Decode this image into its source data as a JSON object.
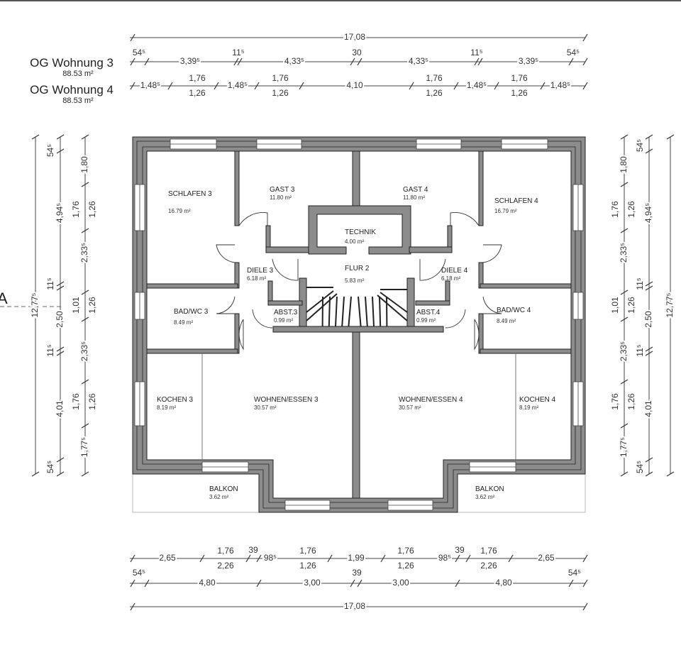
{
  "units": [
    {
      "name": "OG Wohnung 3",
      "area": "88.53 m²"
    },
    {
      "name": "OG Wohnung 4",
      "area": "88.53 m²"
    }
  ],
  "section_marker": "A",
  "rooms": [
    {
      "name": "SCHLAFEN 3",
      "area": "16.79 m²"
    },
    {
      "name": "GAST 3",
      "area": "11.80 m²"
    },
    {
      "name": "GAST 4",
      "area": "11.80 m²"
    },
    {
      "name": "SCHLAFEN 4",
      "area": "16.79 m²"
    },
    {
      "name": "TECHNIK",
      "area": "4.00 m²"
    },
    {
      "name": "FLUR 2",
      "area": "5.83 m²"
    },
    {
      "name": "DIELE 3",
      "area": "6.18 m²"
    },
    {
      "name": "DIELE 4",
      "area": "6.18 m²"
    },
    {
      "name": "BAD/WC 3",
      "area": "8.49 m²"
    },
    {
      "name": "BAD/WC 4",
      "area": "8.49 m²"
    },
    {
      "name": "ABST.3",
      "area": "0.99 m²"
    },
    {
      "name": "ABST.4",
      "area": "0.99 m²"
    },
    {
      "name": "KOCHEN 3",
      "area": "8.19 m²"
    },
    {
      "name": "KOCHEN 4",
      "area": "8.19 m²"
    },
    {
      "name": "WOHNEN/ESSEN 3",
      "area": "30.57 m²"
    },
    {
      "name": "WOHNEN/ESSEN 4",
      "area": "30.57 m²"
    },
    {
      "name": "BALKON",
      "area": "3.62 m²"
    },
    {
      "name": "BALKON",
      "area": "3.62 m²"
    }
  ],
  "dimensions": {
    "top": [
      "17,08",
      "54⁵",
      "3,39⁵",
      "11⁵",
      "4,33⁵",
      "30",
      "4,33⁵",
      "11⁵",
      "3,39⁵",
      "54⁵",
      "1,48⁵",
      "1,76",
      "1,26",
      "1,48⁵",
      "1,76",
      "1,26",
      "4,10",
      "1,76",
      "1,26",
      "1,48⁵",
      "1,76",
      "1,26",
      "1,48⁵"
    ],
    "bottom": [
      "2,65",
      "1,76",
      "2,26",
      "39",
      "98⁵",
      "1,76",
      "1,26",
      "1,99",
      "1,76",
      "1,26",
      "98⁵",
      "39",
      "1,76",
      "2,26",
      "2,65",
      "54⁵",
      "4,80",
      "3,00",
      "39",
      "3,00",
      "4,80",
      "54⁵",
      "17,08"
    ],
    "left": [
      "12,77⁵",
      "54⁵",
      "4,94⁵",
      "11⁵",
      "2,50",
      "11⁵",
      "4,01",
      "54⁵",
      "1,80",
      "1,76",
      "1,26",
      "2,33⁵",
      "1,01",
      "1,26",
      "2,33⁵",
      "1,76",
      "1,26",
      "1,77⁵"
    ],
    "right": [
      "1,80",
      "1,76",
      "1,26",
      "2,33⁵",
      "1,01",
      "1,26",
      "2,33⁵",
      "1,76",
      "1,26",
      "1,77⁵",
      "54⁵",
      "4,94⁵",
      "11⁵",
      "2,50",
      "11⁵",
      "4,01",
      "54⁵",
      "12,77⁵"
    ]
  }
}
